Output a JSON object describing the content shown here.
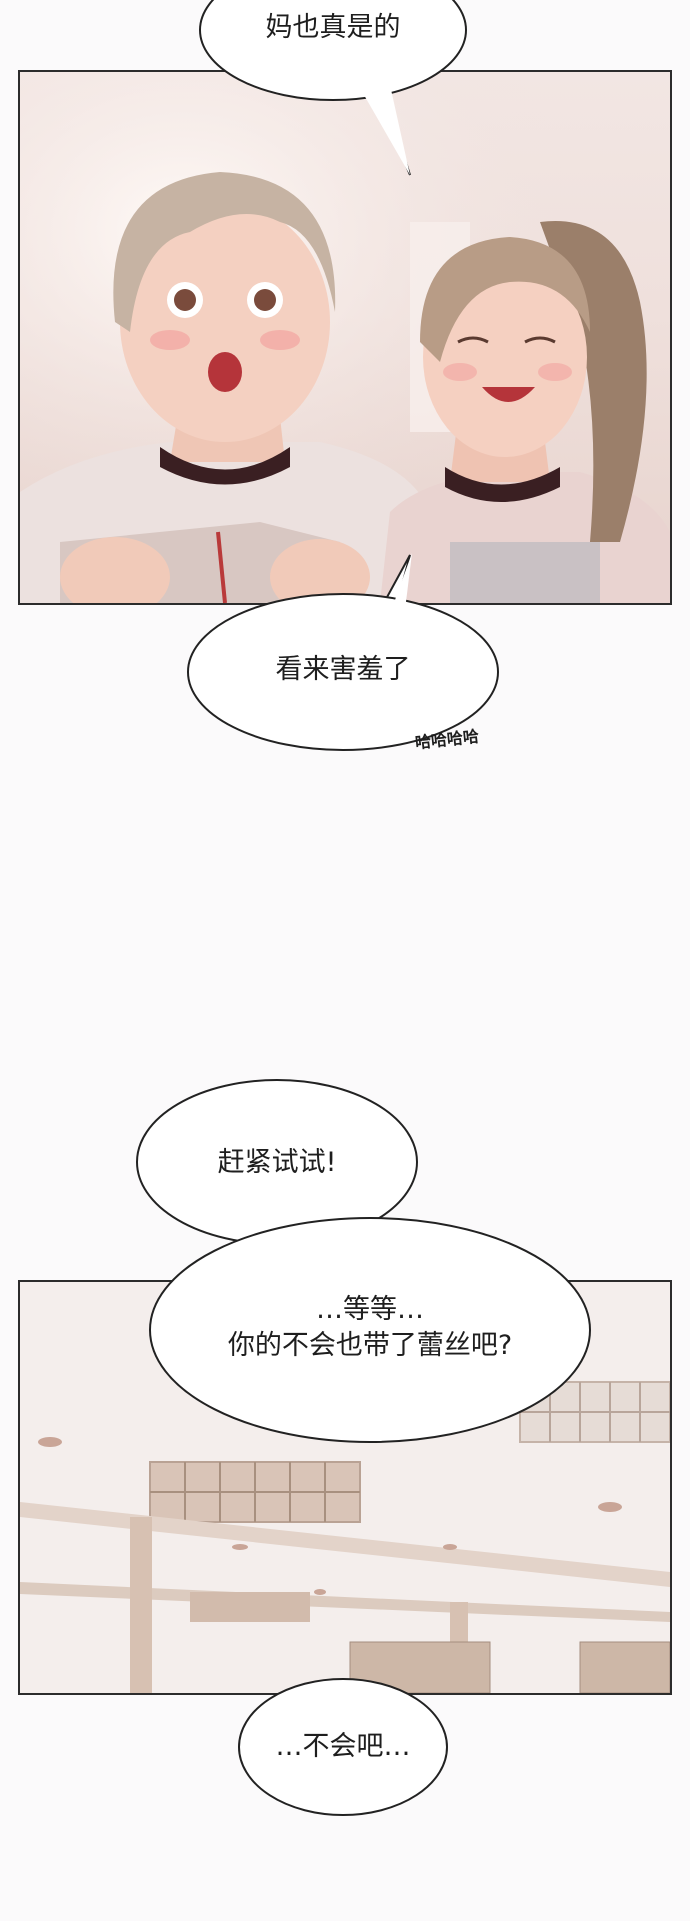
{
  "bubbles": {
    "b1": "妈也真是的",
    "b2": "看来害羞了",
    "b2_sfx": "哈哈哈哈",
    "b3": "赶紧试试!",
    "b4_line1": "…等等…",
    "b4_line2": "你的不会也带了蕾丝吧?",
    "b5": "…不会吧…"
  }
}
